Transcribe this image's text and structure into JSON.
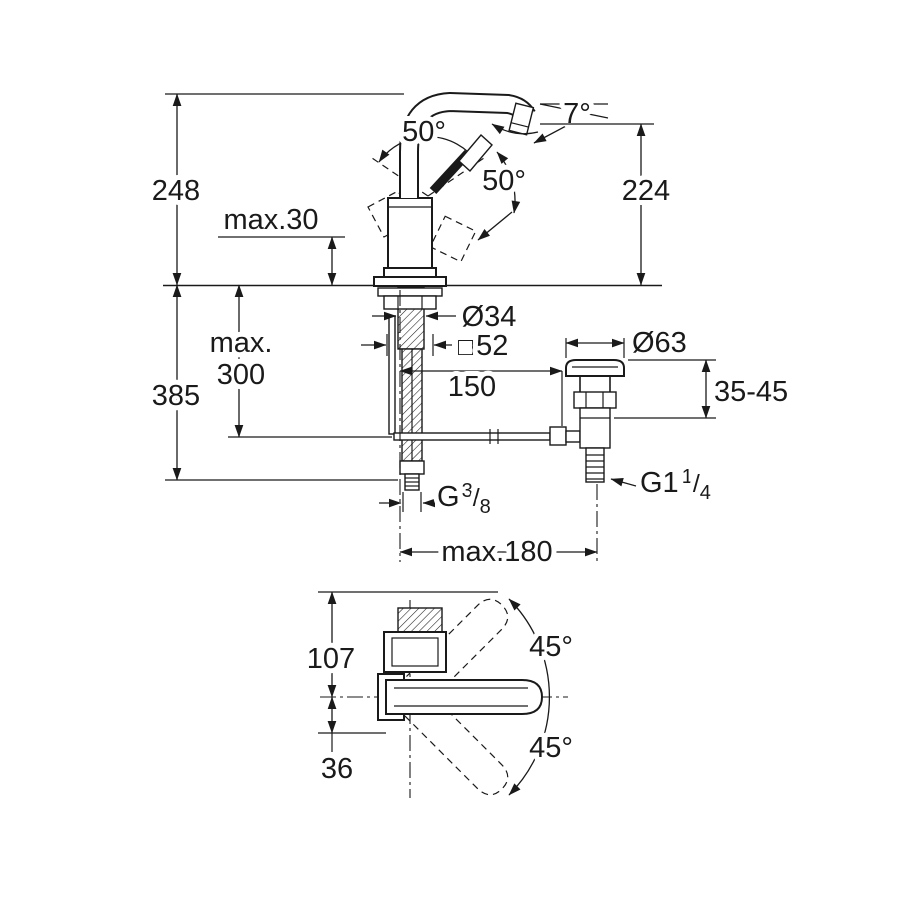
{
  "page": {
    "background": "#ffffff",
    "line_color": "#1a1a1a",
    "kind": "technical dimension drawing of single-lever basin mixer with pop-up waste"
  },
  "side_view": {
    "dim_height_overall": "248",
    "dim_deck_thickness_max": "max.30",
    "dim_handle_swing": "50°",
    "dim_handle_tilt": "50°",
    "dim_spout_tilt": "7°",
    "dim_outlet_height": "224",
    "dim_shank_diameter": "Ø34",
    "square_symbol": "□",
    "dim_body_width": "52",
    "dim_hose_max_line1": "max.",
    "dim_hose_max_line2": "300",
    "dim_overall_below": "385",
    "dim_rod_length": "150",
    "dim_drain_diameter": "Ø63",
    "dim_drain_height_range": "35-45",
    "thread_supply": {
      "prefix": "G",
      "num": "3",
      "slash": "/",
      "den": "8"
    },
    "thread_drain": {
      "prefix": "G1",
      "num": "1",
      "slash": "/",
      "den": "4"
    },
    "dim_drain_distance_max": "max.180"
  },
  "top_view": {
    "dim_depth": "107",
    "dim_swivel_up": "45°",
    "dim_swivel_down": "45°",
    "dim_spout_offset": "36"
  }
}
